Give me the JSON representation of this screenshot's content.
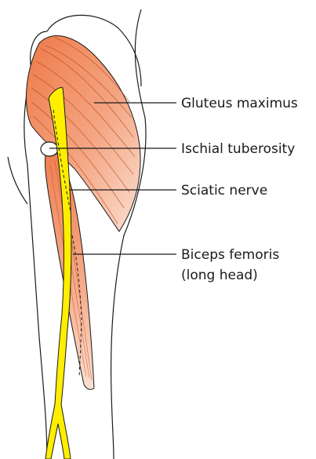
{
  "labels": {
    "gluteus_maximus": "Gluteus maximus",
    "ischial_tuberosity": "Ischial tuberosity",
    "sciatic_nerve": "Sciatic nerve",
    "biceps_femoris_line1": "Biceps femoris",
    "biceps_femoris_line2": "(long head)"
  },
  "colors": {
    "muscle_dark": "#ee7a48",
    "muscle_light": "#fbd8c6",
    "nerve": "#ffee00",
    "outline": "#1a1a1a"
  }
}
